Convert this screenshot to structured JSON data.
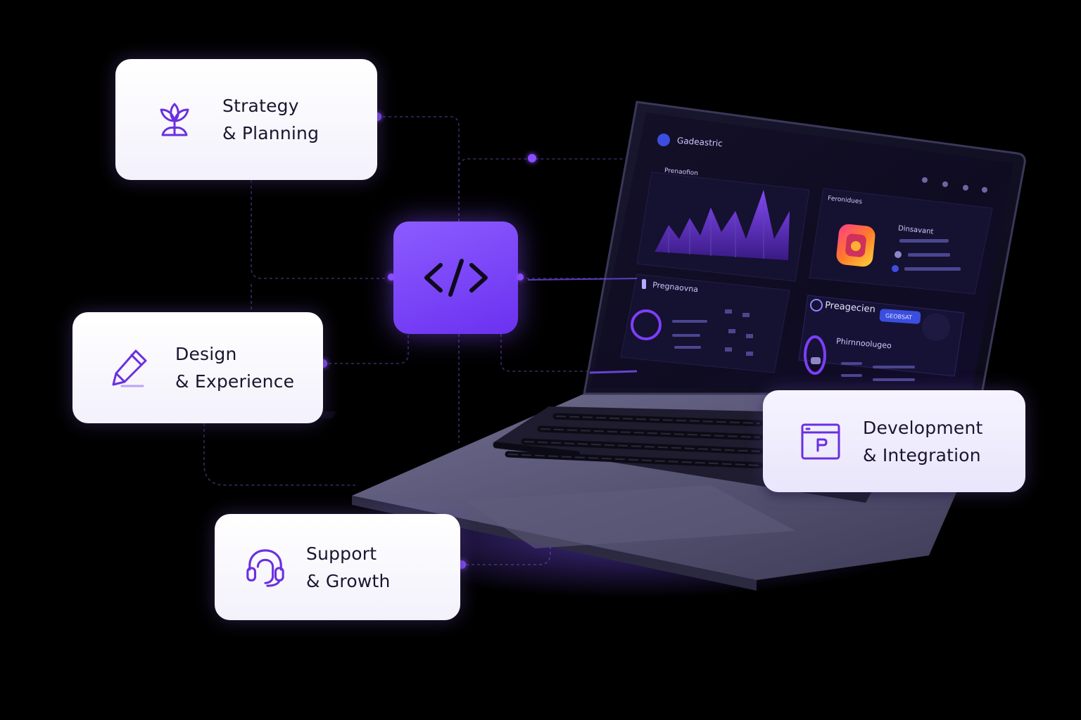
{
  "cards": {
    "strategy": {
      "line1": "Strategy",
      "line2": "& Planning",
      "icon": "plant-icon"
    },
    "design": {
      "line1": "Design",
      "line2": "& Experience",
      "icon": "pen-icon"
    },
    "development": {
      "line1": "Development",
      "line2": "& Integration",
      "icon": "browser-code-icon"
    },
    "support": {
      "line1": "Support",
      "line2": "& Growth",
      "icon": "headset-icon"
    }
  },
  "center": {
    "icon": "code-brackets-icon",
    "glyph": "</>"
  },
  "laptop_screen": {
    "app_title": "Gadeastric",
    "panel_chart_title": "Prenaofion",
    "panel_media_title": "Feronidues",
    "panel_media_item": "Dinsavant",
    "panel_progress_title": "Pregnaovna",
    "panel_preview_title": "Preagecien",
    "panel_preview_badge": "GEOBSAT",
    "panel_list_title": "Phirnnoolugeo"
  },
  "colors": {
    "accent": "#7b3ff7",
    "background": "#000000",
    "card": "#ffffff"
  }
}
